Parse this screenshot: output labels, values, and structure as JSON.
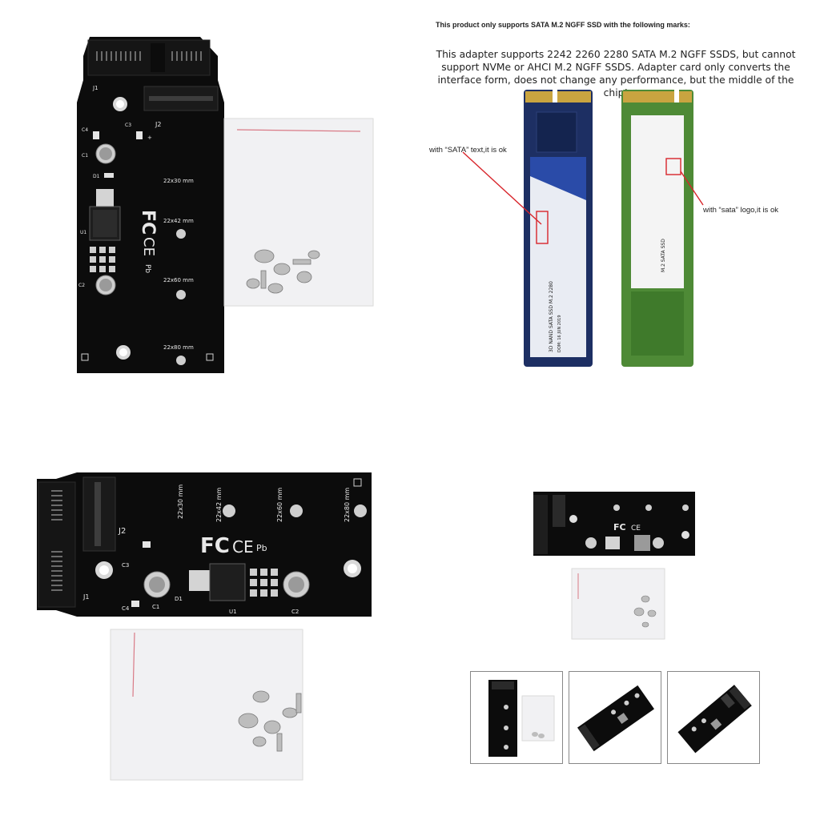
{
  "pcb_vertical": {
    "labels": {
      "j1": "J1",
      "j2": "J2",
      "c1": "C1",
      "c2": "C2",
      "c3": "C3",
      "c4": "C4",
      "d1": "D1",
      "u1": "U1",
      "plus": "+",
      "mount_2230": "22x30  mm",
      "mount_2242": "22x42  mm",
      "mount_2260": "22x60  mm",
      "mount_2280": "22x80  mm",
      "fc": "FC",
      "ce": "CE",
      "pb": "Pb"
    }
  },
  "info": {
    "heading": "This product only supports SATA M.2 NGFF SSD with the following marks:",
    "body": "This adapter supports 2242 2260 2280 SATA M.2 NGFF SSDS, but cannot support NVMe or AHCI M.2 NGFF SSDS. Adapter card only converts the interface form, does not change any performance, but the middle of the chip!",
    "callout_left": "with “SATA” text,it is ok",
    "callout_right": "with “sata” logo,it is ok",
    "ssd_blue_label": "3D NAND SATA SSD M.2 2280",
    "ssd_blue_date": "DOM: 16 JUN 2019",
    "ssd_green_label": "M.2 SATA SSD"
  },
  "pcb_horizontal": {
    "labels": {
      "j1": "J1",
      "j2": "J2",
      "c1": "C1",
      "c2": "C2",
      "c3": "C3",
      "c4": "C4",
      "d1": "D1",
      "u1": "U1",
      "mount_2230": "22x30 mm",
      "mount_2242": "22x42 mm",
      "mount_2260": "22x60 mm",
      "mount_2280": "22x80 mm",
      "fc": "FC",
      "ce": "CE",
      "pb": "Pb"
    }
  },
  "colors": {
    "pcb": "#0c0c0c",
    "silkscreen": "#e6e6e6",
    "ssd_blue": "#1d2f63",
    "ssd_green": "#4e8a36",
    "gold": "#c9a440",
    "callout_red": "#d8252b",
    "bag": "#f1f1f3",
    "bag_zip": "#d97a86"
  }
}
